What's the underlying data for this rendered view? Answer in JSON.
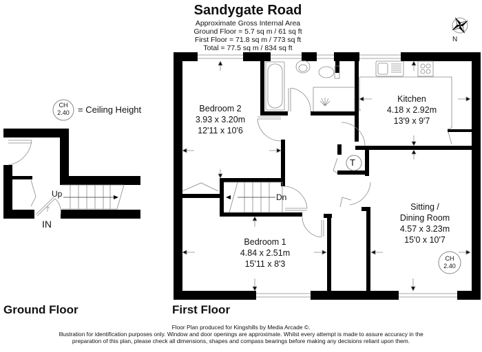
{
  "header": {
    "title": "Sandygate Road",
    "area_heading": "Approximate Gross Internal Area",
    "ground_floor_area": "Ground Floor = 5.7 sq m / 61 sq ft",
    "first_floor_area": "First Floor = 71.8 sq m / 773 sq ft",
    "total_area": "Total = 77.5 sq m / 834 sq ft"
  },
  "compass": {
    "icon": "compass-rose-icon",
    "label": "N"
  },
  "legend": {
    "ch_label": "CH",
    "ch_value": "2.40",
    "text": "= Ceiling Height"
  },
  "ground_floor": {
    "label": "Ground Floor",
    "stair_label": "Up",
    "entrance_label": "IN"
  },
  "first_floor": {
    "label": "First Floor",
    "stair_label": "Dn",
    "cupboard_label": "T",
    "rooms": [
      {
        "name": "Bedroom 2",
        "metric": "3.93 x 3.20m",
        "imperial": "12'11 x 10'6"
      },
      {
        "name": "Kitchen",
        "metric": "4.18 x 2.92m",
        "imperial": "13'9 x 9'7"
      },
      {
        "name": "Bedroom 1",
        "metric": "4.84 x 2.51m",
        "imperial": "15'11 x 8'3"
      },
      {
        "name": "Sitting /",
        "name2": "Dining Room",
        "metric": "4.57 x 3.23m",
        "imperial": "15'0 x 10'7"
      }
    ],
    "ceiling_marker": {
      "ch_label": "CH",
      "ch_value": "2.40"
    }
  },
  "footer": {
    "line1": "Floor Plan produced for Kingshills by Media Arcade ©.",
    "line2": "Illustration for identification purposes only. Window and door openings are approximate. Whilst every attempt is made to assure accuracy in the",
    "line3": "preparation of this plan, please check all dimensions, shapes and compass bearings before making any decisions reliant upon them."
  }
}
